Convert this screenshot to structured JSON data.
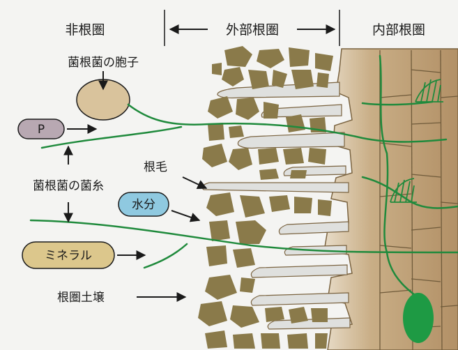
{
  "zones": {
    "non_rhizosphere": "非根圏",
    "ecto_rhizosphere": "外部根圏",
    "endo_rhizosphere": "内部根圏"
  },
  "labels": {
    "spore": "菌根菌の胞子",
    "phosphorus": "P",
    "root_hair": "根毛",
    "hyphae": "菌根菌の菌糸",
    "water": "水分",
    "minerals": "ミネラル",
    "soil": "根圏土壌"
  },
  "colors": {
    "soil_particle": "#8a7a4a",
    "root": "#b79a72",
    "cortex_line": "#6f5a3a",
    "hypha": "#1f8a3c",
    "vesicle": "#1e9a44",
    "phosphorus_badge": "#b8a8b2",
    "water_badge": "#8fc9e0",
    "mineral_badge": "#dcc78c",
    "spore": "#d9c39c"
  },
  "icons": {
    "arrow": "right-arrow",
    "double_arrow": "left-right-arrow"
  }
}
